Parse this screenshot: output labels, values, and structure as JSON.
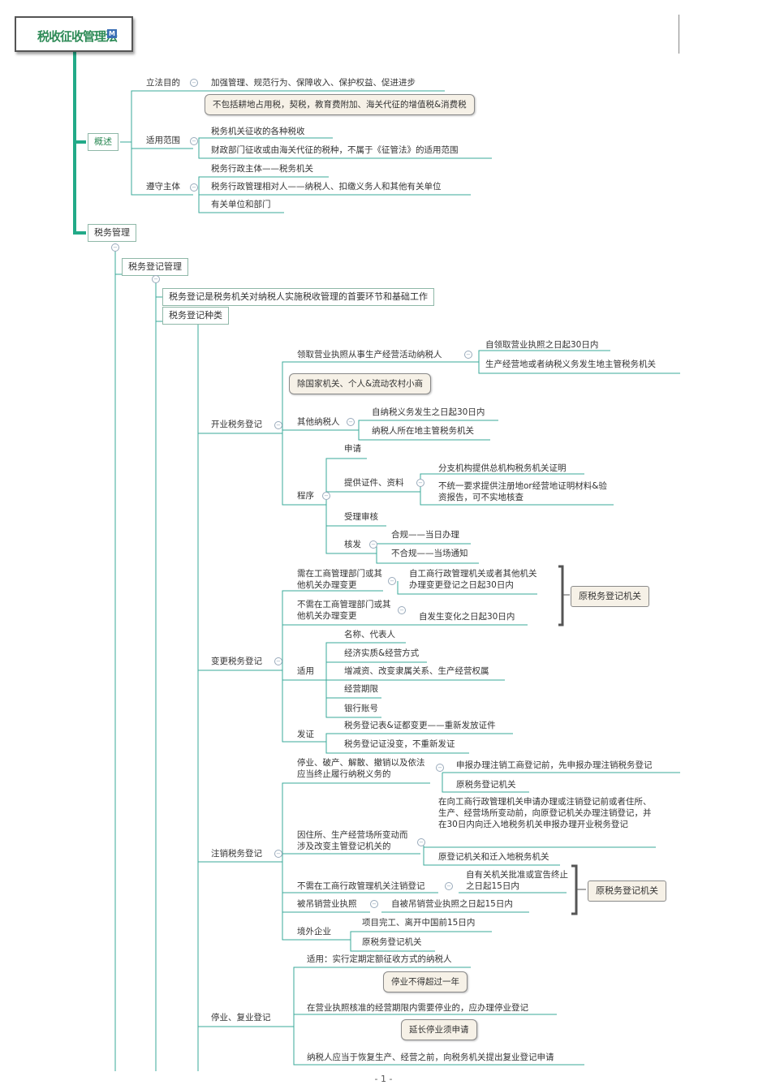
{
  "root": {
    "title": "税收征收管理法",
    "marker": "M"
  },
  "overview": {
    "label": "概述",
    "purpose": {
      "label": "立法目的",
      "text": "加强管理、规范行为、保障收入、保护权益、促进进步"
    },
    "scope": {
      "label": "适用范围",
      "callout": "不包括耕地占用税，契税，教育费附加、海关代征的增值税&消费税",
      "items": [
        "税务机关征收的各种税收",
        "财政部门征收或由海关代征的税种，不属于《征管法》的适用范围"
      ]
    },
    "subjects": {
      "label": "遵守主体",
      "items": [
        "税务行政主体——税务机关",
        "税务行政管理相对人——纳税人、扣缴义务人和其他有关单位",
        "有关单位和部门"
      ]
    }
  },
  "tax_admin": {
    "label": "税务管理"
  },
  "registration": {
    "label": "税务登记管理",
    "intro": "税务登记是税务机关对纳税人实施税收管理的首要环节和基础工作",
    "types_label": "税务登记种类",
    "opening": {
      "label": "开业税务登记",
      "licensed": {
        "label": "领取营业执照从事生产经营活动纳税人",
        "items": [
          "自领取营业执照之日起30日内",
          "生产经营地或者纳税义务发生地主管税务机关"
        ]
      },
      "callout": "除国家机关、个人&流动农村小商",
      "other": {
        "label": "其他纳税人",
        "items": [
          "自纳税义务发生之日起30日内",
          "纳税人所在地主管税务机关"
        ]
      },
      "procedure": {
        "label": "程序",
        "apply": "申请",
        "docs_label": "提供证件、资料",
        "docs": [
          "分支机构提供总机构税务机关证明",
          "不统一要求提供注册地or经营地证明材料&验资报告，可不实地核查"
        ],
        "review": "受理审核",
        "issue_label": "核发",
        "issue": [
          "合规——当日办理",
          "不合规——当场通知"
        ]
      }
    },
    "change": {
      "label": "变更税务登记",
      "case1": {
        "label": "需在工商管理部门或其他机关办理变更",
        "text": "自工商行政管理机关或者其他机关办理变更登记之日起30日内"
      },
      "case2": {
        "label": "不需在工商管理部门或其他机关办理变更",
        "text": "自发生变化之日起30日内"
      },
      "summary": "原税务登记机关",
      "apply_label": "适用",
      "apply_items": [
        "名称、代表人",
        "经济实质&经营方式",
        "增减资、改变隶属关系、生产经营权属",
        "经营期限",
        "银行账号"
      ],
      "issue_label": "发证",
      "issue_items": [
        "税务登记表&证都变更——重新发放证件",
        "税务登记证没变，不重新发证"
      ]
    },
    "cancel": {
      "label": "注销税务登记",
      "case1": {
        "label": "停业、破产、解散、撤销以及依法应当终止履行纳税义务的",
        "items": [
          "申报办理注销工商登记前，先申报办理注销税务登记",
          "原税务登记机关"
        ]
      },
      "case2": {
        "label": "因住所、生产经营场所变动而涉及改变主管登记机关的",
        "items": [
          "在向工商行政管理机关申请办理或注销登记前或者住所、生产、经营场所变动前，向原登记机关办理注销登记，并在30日内向迁入地税务机关申报办理开业税务登记",
          "原登记机关和迁入地税务机关"
        ]
      },
      "case3": {
        "label": "不需在工商行政管理机关注销登记",
        "text": "自有关机关批准或宣告终止之日起15日内"
      },
      "case4": {
        "label": "被吊销营业执照",
        "text": "自被吊销营业执照之日起15日内"
      },
      "summary": "原税务登记机关",
      "overseas": {
        "label": "境外企业",
        "items": [
          "项目完工、离开中国前15日内",
          "原税务登记机关"
        ]
      }
    },
    "suspend": {
      "label": "停业、复业登记",
      "applies": "适用：实行定期定额征收方式的纳税人",
      "callout1": "停业不得超过一年",
      "rule1": "在营业执照核准的经营期限内需要停业的，应办理停业登记",
      "callout2": "延长停业须申请",
      "rule2": "纳税人应当于恢复生产、经营之前，向税务机关提出复业登记申请"
    }
  },
  "page_number": "- 1 -"
}
